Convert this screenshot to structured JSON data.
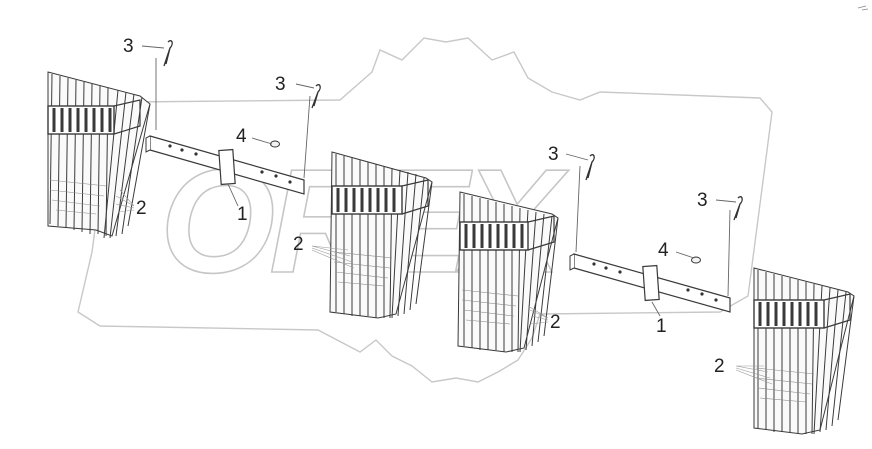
{
  "diagram": {
    "callouts": [
      {
        "id": "c3a",
        "label": "3"
      },
      {
        "id": "c3b",
        "label": "3"
      },
      {
        "id": "c4a",
        "label": "4"
      },
      {
        "id": "c2a",
        "label": "2"
      },
      {
        "id": "c1a",
        "label": "1"
      },
      {
        "id": "c2b",
        "label": "2"
      },
      {
        "id": "c3c",
        "label": "3"
      },
      {
        "id": "c2c",
        "label": "2"
      },
      {
        "id": "c3d",
        "label": "3"
      },
      {
        "id": "c4b",
        "label": "4"
      },
      {
        "id": "c1b",
        "label": "1"
      },
      {
        "id": "c2d",
        "label": "2"
      }
    ],
    "watermark": {
      "text": "OREX"
    },
    "colors": {
      "line": "#3a3a3a",
      "watermark": "#bdbdbd",
      "hatch": "#777777"
    }
  }
}
